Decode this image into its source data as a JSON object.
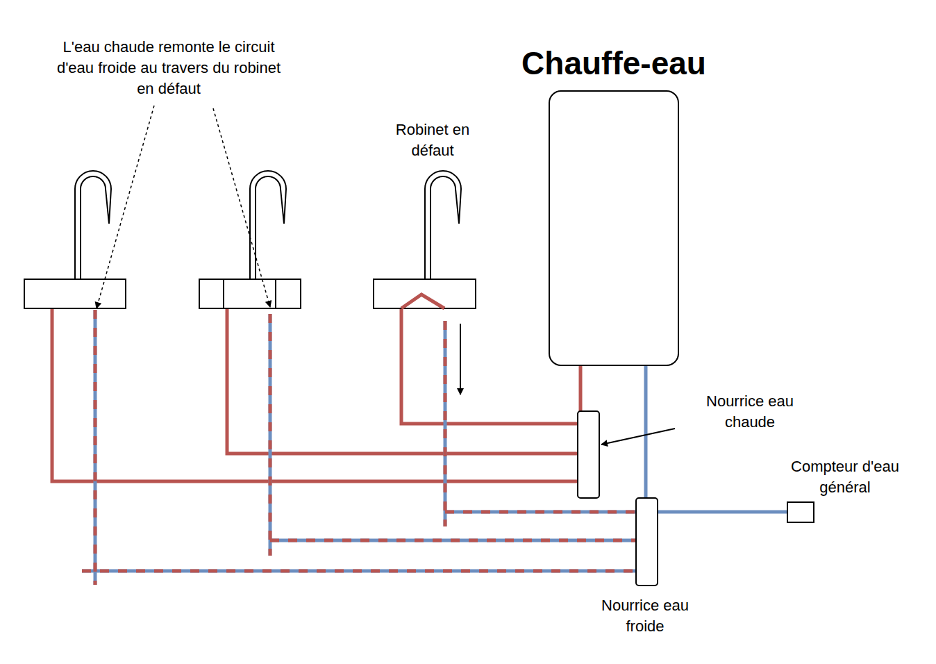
{
  "diagram": {
    "nodes": [
      {
        "text": [
          "Chauffe-eau"
        ]
      }
    ],
    "labels": [
      "L'eau chaude remonte le circuit d'eau froide au travers du robinet en défaut",
      "Robinet en défaut",
      "Nourrice eau chaude",
      "Compteur d'eau général",
      "Nourrice eau froide"
    ]
  }
}
